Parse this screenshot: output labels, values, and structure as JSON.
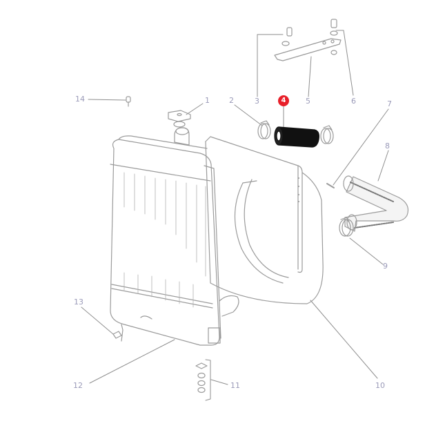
{
  "diagram": {
    "title": "Radiator assembly exploded parts diagram",
    "highlight_color": "#e8202a",
    "line_color": "#9a9a9a",
    "label_color": "#9a9ab8",
    "highlighted_part": "4",
    "callouts": [
      {
        "id": "1",
        "label": "1"
      },
      {
        "id": "2",
        "label": "2"
      },
      {
        "id": "3",
        "label": "3"
      },
      {
        "id": "4",
        "label": "4"
      },
      {
        "id": "5",
        "label": "5"
      },
      {
        "id": "6",
        "label": "6"
      },
      {
        "id": "7",
        "label": "7"
      },
      {
        "id": "8",
        "label": "8"
      },
      {
        "id": "9",
        "label": "9"
      },
      {
        "id": "10",
        "label": "10"
      },
      {
        "id": "11",
        "label": "11"
      },
      {
        "id": "12",
        "label": "12"
      },
      {
        "id": "13",
        "label": "13"
      },
      {
        "id": "14",
        "label": "14"
      }
    ]
  }
}
